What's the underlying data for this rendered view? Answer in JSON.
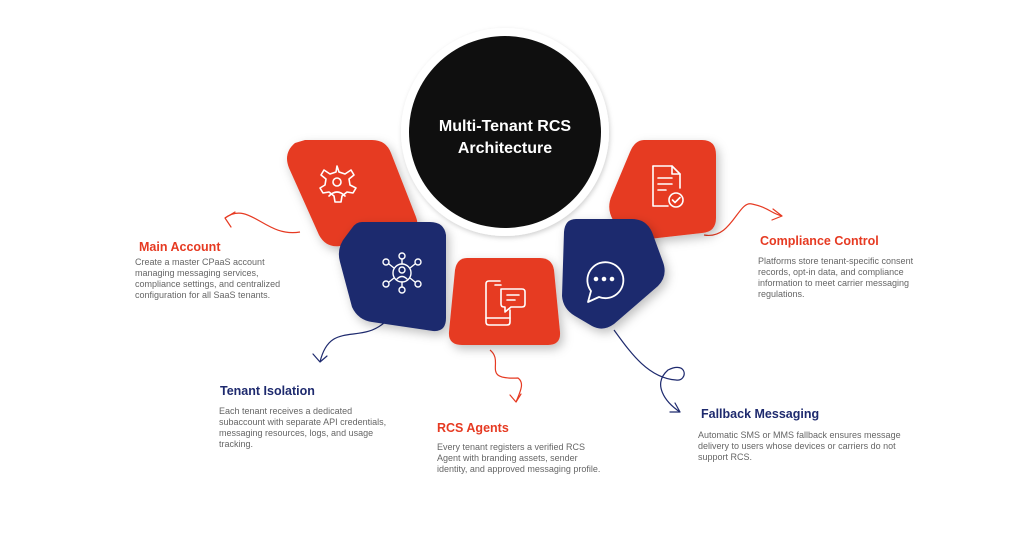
{
  "colors": {
    "accent_red": "#e63a22",
    "accent_navy": "#1e2a6e",
    "center_fill": "#0f0f0f",
    "text_muted": "#666666"
  },
  "center": {
    "title_line1": "Multi-Tenant RCS",
    "title_line2": "Architecture"
  },
  "nodes": [
    {
      "title": "Main Account",
      "description": "Create a master CPaaS account managing messaging services, compliance settings, and centralized configuration for all SaaS tenants.",
      "icon": "gear-person-icon",
      "color": "#e63a22"
    },
    {
      "title": "Tenant Isolation",
      "description": "Each tenant receives a dedicated subaccount with separate API credentials, messaging resources, logs, and usage tracking.",
      "icon": "network-users-icon",
      "color": "#1e2a6e"
    },
    {
      "title": "RCS Agents",
      "description": "Every tenant registers a verified RCS Agent with branding assets, sender identity, and approved messaging profile.",
      "icon": "phone-chat-icon",
      "color": "#e63a22"
    },
    {
      "title": "Fallback Messaging",
      "description": "Automatic SMS or MMS fallback ensures message delivery to users whose devices or carriers do not support RCS.",
      "icon": "chat-bubble-icon",
      "color": "#1e2a6e"
    },
    {
      "title": "Compliance Control",
      "description": "Platforms store tenant-specific consent records, opt-in data, and compliance information to meet carrier messaging regulations.",
      "icon": "document-check-icon",
      "color": "#e63a22"
    }
  ]
}
